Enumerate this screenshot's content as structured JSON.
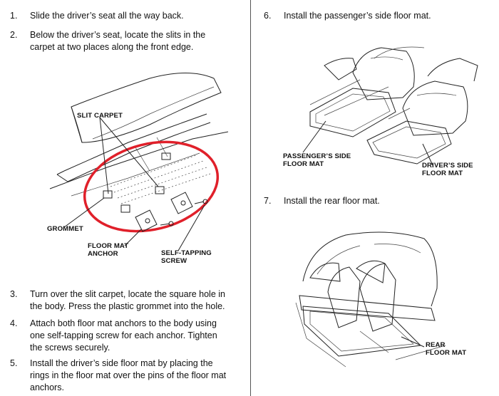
{
  "left_steps": [
    {
      "num": "1.",
      "lines": [
        "Slide the driver’s seat all the way back."
      ]
    },
    {
      "num": "2.",
      "lines": [
        "Below the driver’s seat, locate the slits in the",
        "carpet at two places along the front edge."
      ]
    },
    {
      "num": "3.",
      "lines": [
        "Turn over the slit carpet, locate the square hole in",
        "the body. Press the plastic grommet into the hole."
      ]
    },
    {
      "num": "4.",
      "lines": [
        "Attach both floor mat anchors to the body using",
        "one self-tapping screw for each anchor. Tighten",
        "the screws securely."
      ]
    },
    {
      "num": "5.",
      "lines": [
        "Install the driver’s side floor mat by placing the",
        "rings in the floor mat over the pins of the floor mat",
        "anchors."
      ]
    }
  ],
  "right_steps": [
    {
      "num": "6.",
      "lines": [
        "Install the passenger’s side floor mat."
      ]
    },
    {
      "num": "7.",
      "lines": [
        "Install the rear floor mat."
      ]
    }
  ],
  "figure1": {
    "slit_carpet": "SLIT CARPET",
    "grommet": "GROMMET",
    "floor_mat_anchor": [
      "FLOOR MAT",
      "ANCHOR"
    ],
    "self_tapping_screw": [
      "SELF-TAPPING",
      "SCREW"
    ],
    "highlight_color": "#e0202a"
  },
  "figure2": {
    "passenger_mat": [
      "PASSENGER’S SIDE",
      "FLOOR MAT"
    ],
    "driver_mat": [
      "DRIVER’S SIDE",
      "FLOOR  MAT"
    ]
  },
  "figure3": {
    "rear_mat": [
      "REAR",
      "FLOOR MAT"
    ]
  }
}
